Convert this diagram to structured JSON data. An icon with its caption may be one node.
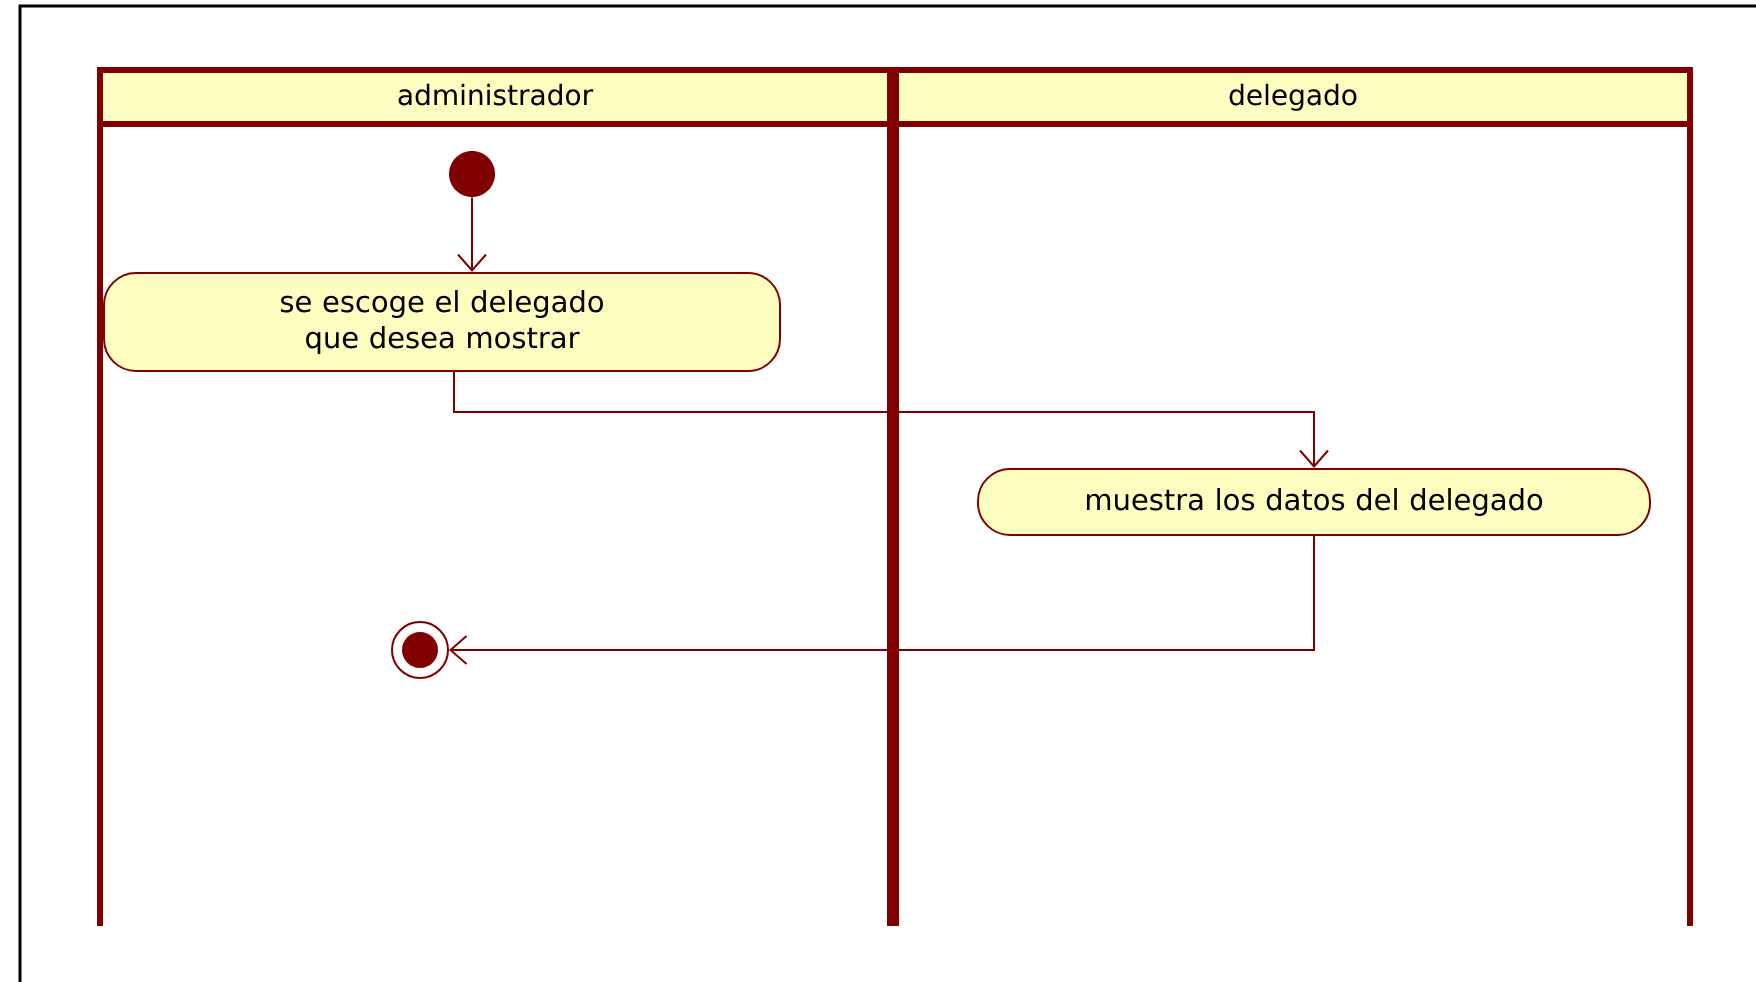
{
  "diagram": {
    "nodes": [
      {
        "text": [
          "administrador"
        ]
      },
      {
        "text": [
          "delegado"
        ]
      },
      {
        "text": [],
        "shape": "circle",
        "in": 0
      },
      {
        "text": [
          "se escoge el delegado que desea mostrar"
        ],
        "in": 0
      },
      {
        "text": [
          "muestra los datos del delegado"
        ],
        "in": 1
      },
      {
        "text": [],
        "shape": "circle",
        "in": 0
      }
    ],
    "edges": [
      {
        "from": 2,
        "to": 3,
        "arrow": "to"
      },
      {
        "from": 3,
        "to": 4,
        "arrow": "to"
      },
      {
        "from": 4,
        "to": 5,
        "arrow": "to"
      }
    ]
  }
}
